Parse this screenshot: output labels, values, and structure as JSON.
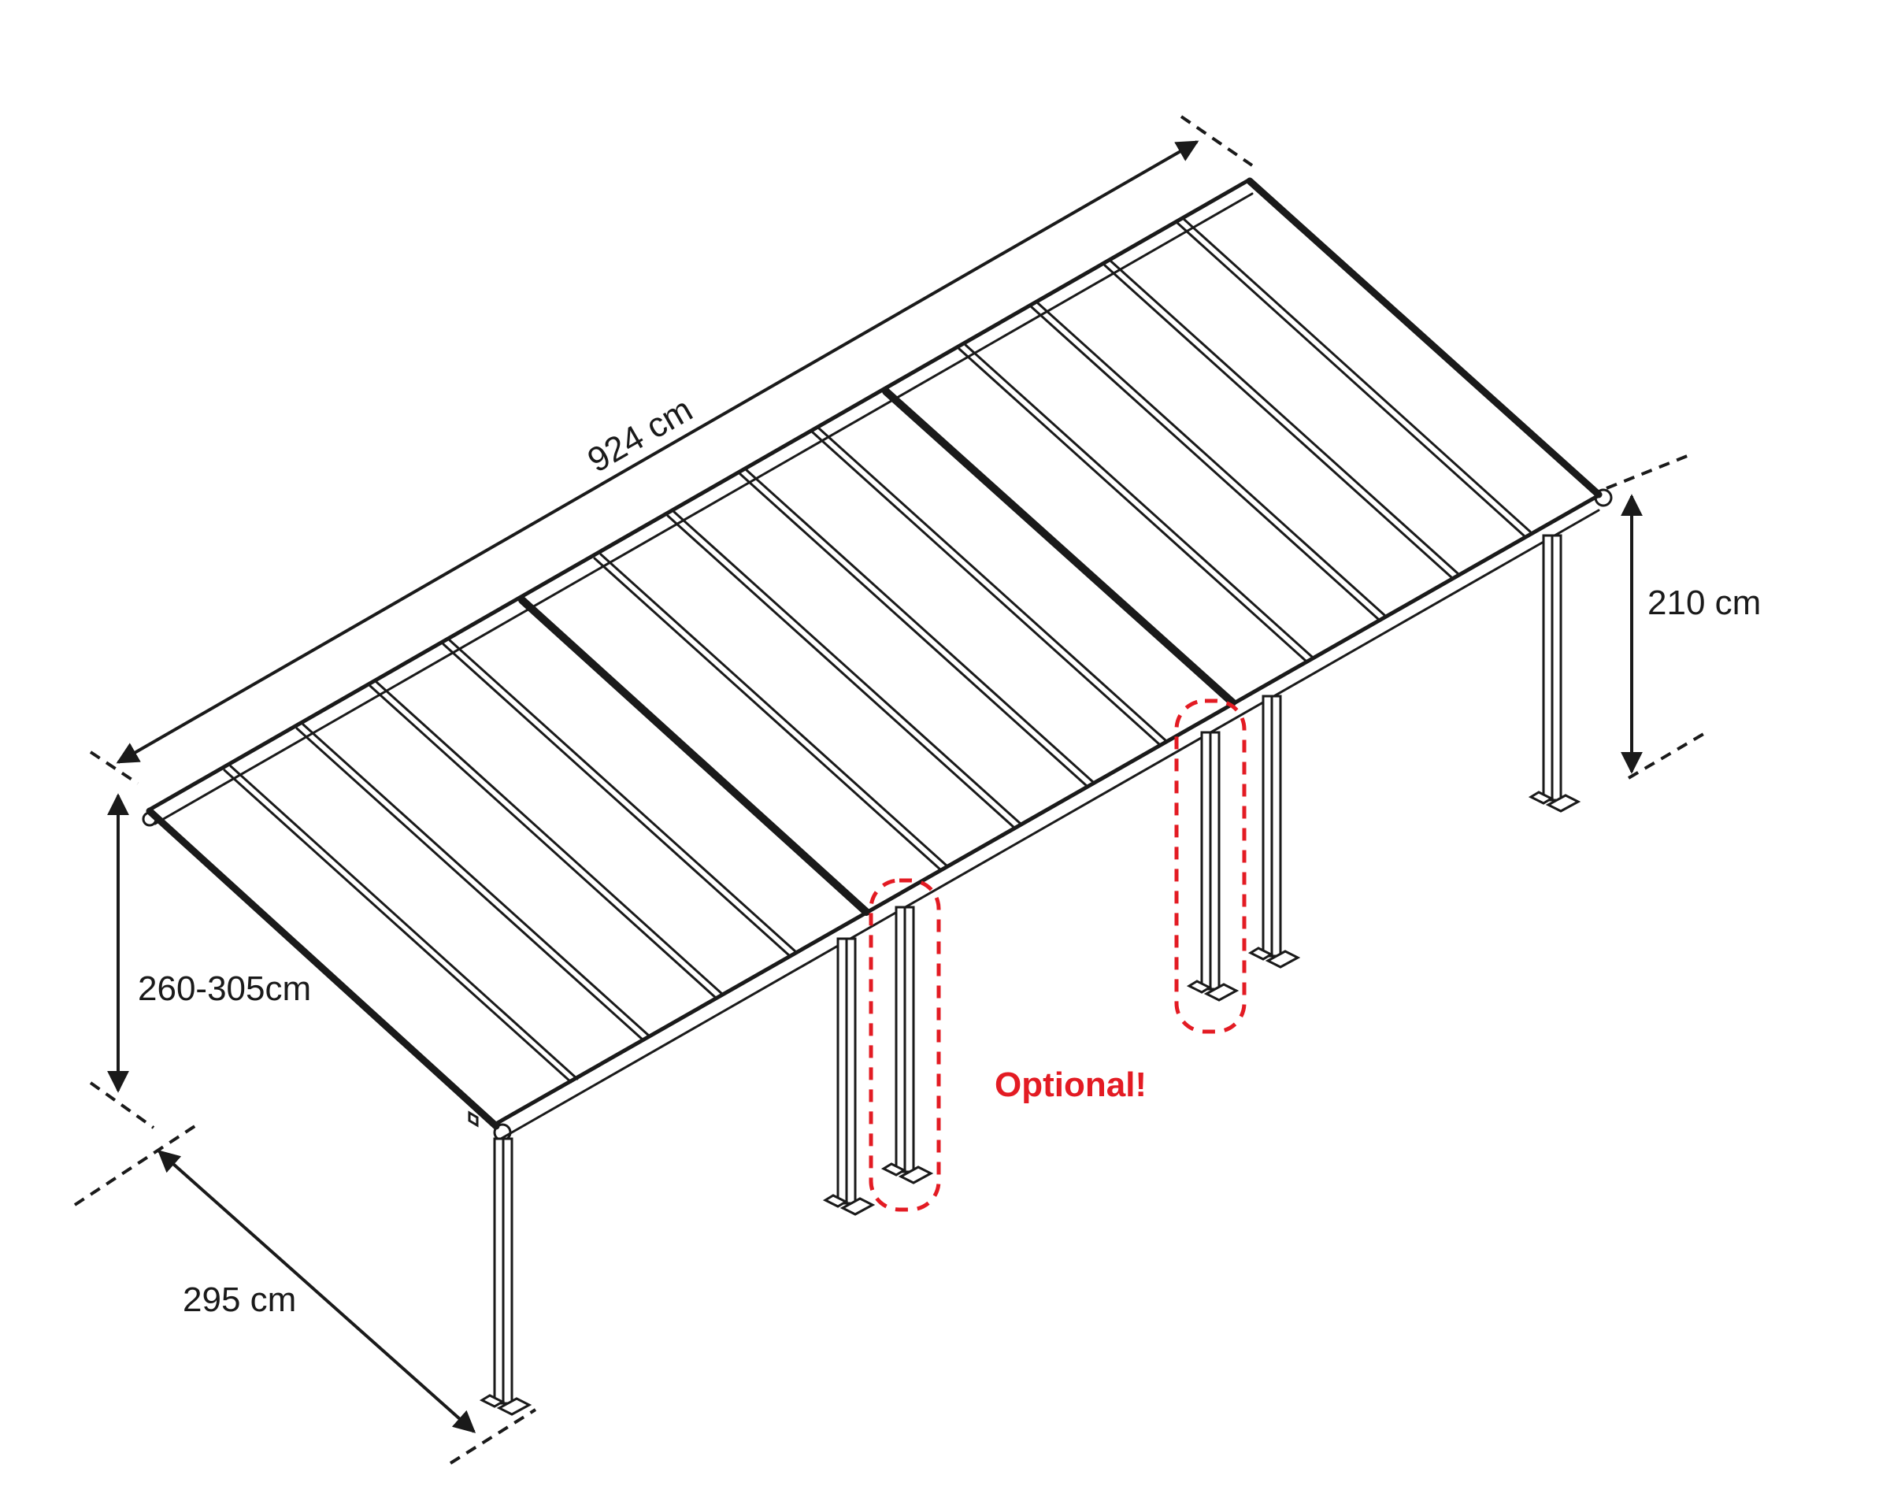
{
  "diagram": {
    "dimensions": {
      "length": "924 cm",
      "back_height": "210 cm",
      "front_height": "260-305cm",
      "depth": "295 cm"
    },
    "optional_note": "Optional!",
    "colors": {
      "line": "#1a1a1a",
      "optional": "#e31b23",
      "background": "#ffffff"
    }
  }
}
